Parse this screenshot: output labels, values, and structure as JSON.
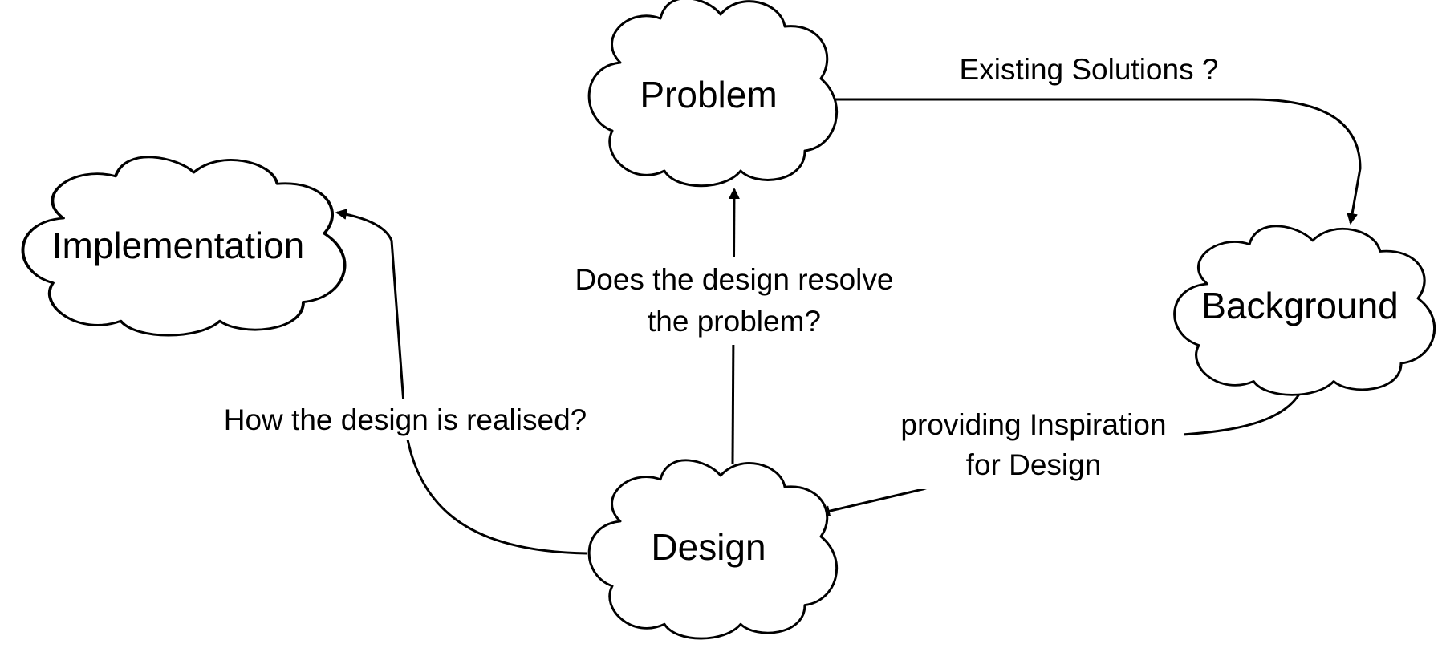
{
  "nodes": {
    "problem": {
      "label": "Problem"
    },
    "implementation": {
      "label": "Implementation"
    },
    "background": {
      "label": "Background"
    },
    "design": {
      "label": "Design"
    }
  },
  "edges": {
    "problem_to_background": {
      "label": "Existing Solutions ?"
    },
    "design_to_problem": {
      "line1": "Does the design resolve",
      "line2": "the problem?"
    },
    "design_to_implementation": {
      "label": "How the design is realised?"
    },
    "background_to_design": {
      "line1": "providing Inspiration",
      "line2": "for Design"
    }
  },
  "colors": {
    "stroke": "#000000",
    "fill": "#ffffff",
    "text": "#000000"
  }
}
